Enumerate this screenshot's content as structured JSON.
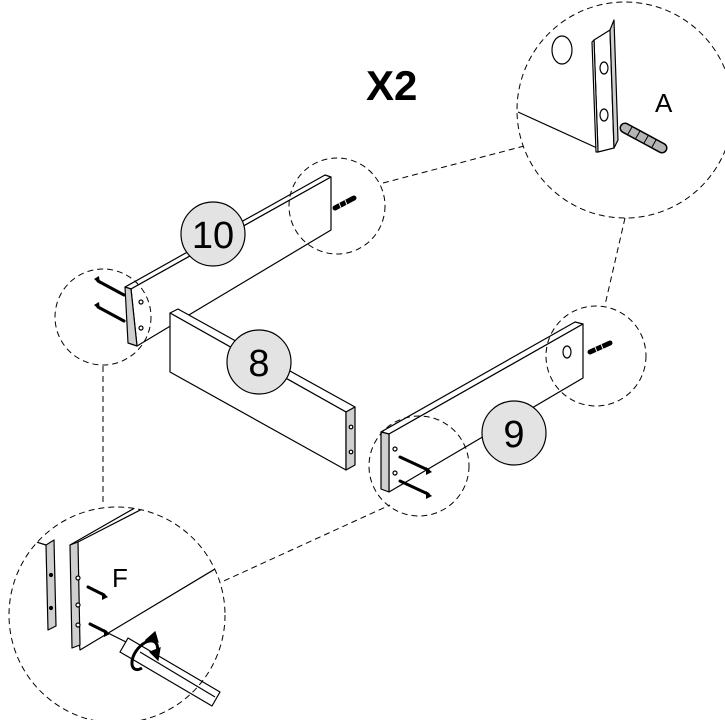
{
  "diagram": {
    "quantity_label": "X2",
    "parts": {
      "part_10": "10",
      "part_8": "8",
      "part_9": "9"
    },
    "hardware": {
      "dowel": "A",
      "screw": "F"
    },
    "colors": {
      "line": "#000000",
      "panel_edge": "#c8c8c8",
      "callout_bubble": "#e3e3e3",
      "background": "#ffffff"
    },
    "icons": [
      "screwdriver-icon",
      "rotation-arrow-icon"
    ]
  }
}
